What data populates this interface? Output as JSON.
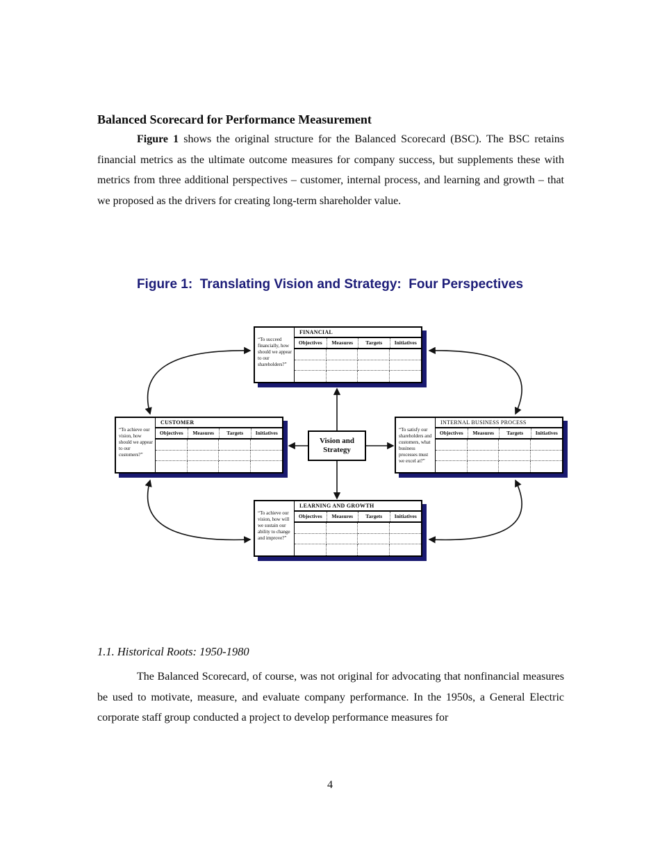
{
  "page": {
    "heading": "Balanced Scorecard for Performance Measurement",
    "para1_lead": "Figure 1",
    "para1_rest": " shows the original structure for the Balanced Scorecard (BSC). The BSC retains financial metrics as the ultimate outcome measures for company success, but supplements these with metrics from three additional perspectives – customer, internal process, and learning and growth – that we proposed as the drivers for creating long-term shareholder value.",
    "section_heading": "1.1. Historical Roots: 1950-1980",
    "para2": "The Balanced Scorecard, of course, was not original for advocating that nonfinancial measures be used to motivate, measure, and evaluate company performance. In the 1950s, a General Electric corporate staff group conducted a project to develop performance measures for",
    "page_number": "4"
  },
  "figure": {
    "caption": "Figure 1:  Translating Vision and Strategy:  Four Perspectives",
    "caption_color": "#1c1c78",
    "shadow_color": "#191970",
    "columns": [
      "Objectives",
      "Measures",
      "Targets",
      "Initiatives"
    ],
    "center": {
      "line1": "Vision and",
      "line2": "Strategy"
    },
    "boxes": {
      "financial": {
        "title": "FINANCIAL",
        "quote": "“To succeed financially, how should we appear to our shareholders?”"
      },
      "customer": {
        "title": "CUSTOMER",
        "quote": "“To achieve our vision, how should we appear to our customers?”"
      },
      "internal": {
        "title": "INTERNAL BUSINESS PROCESS",
        "quote": "“To satisfy our shareholders and customers, what business processes must we excel at?”"
      },
      "learning": {
        "title": "LEARNING AND GROWTH",
        "quote": "“To achieve our vision, how will we sustain our ability to change and improve?”"
      }
    }
  }
}
